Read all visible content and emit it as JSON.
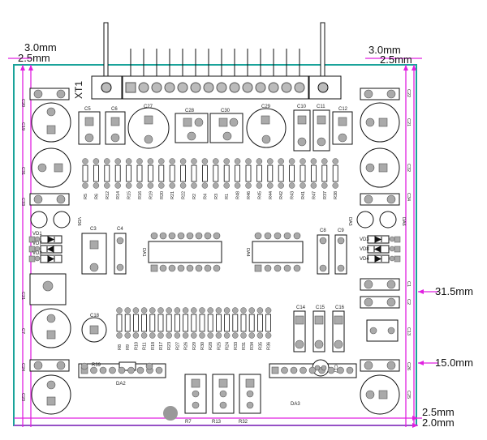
{
  "dimensions": {
    "top_left_outer": "3.0mm",
    "top_left_inner": "2.5mm",
    "top_right_outer": "3.0mm",
    "top_right_inner": "2.5mm",
    "right_upper": "31.5mm",
    "right_lower": "15.0mm",
    "bottom_right_outer": "2.5mm",
    "bottom_right_inner": "2.0mm"
  },
  "connector": {
    "label": "XT1"
  },
  "labels": {
    "top_caps": [
      "C5",
      "C6",
      "C27",
      "C28",
      "C30",
      "C29",
      "C10",
      "C11",
      "C12"
    ],
    "left_column": [
      "C20",
      "C19",
      "C31",
      "C33"
    ],
    "right_column": [
      "C22",
      "C21",
      "C32",
      "C34"
    ],
    "top_resistors": [
      "R5",
      "R6",
      "R12",
      "R14",
      "R15",
      "R16",
      "R19",
      "R20",
      "R21",
      "R22",
      "R2",
      "R4",
      "R3",
      "R1",
      "R48",
      "R46",
      "R45",
      "R44",
      "R42",
      "R43",
      "R41",
      "R47",
      "R37",
      "R38"
    ],
    "bottom_resistors": [
      "R8",
      "R9",
      "R10",
      "R11",
      "R18",
      "R17",
      "R23",
      "R27",
      "R26",
      "R29",
      "R30",
      "R28",
      "R25",
      "R24",
      "R33",
      "R31",
      "R34",
      "R35",
      "R36"
    ],
    "misc": {
      "c3": "C3",
      "c4": "C4",
      "c8": "C8",
      "c9": "C9",
      "da1": "DA1",
      "da5": "DA5",
      "da2": "DA2",
      "da3": "DA3",
      "c18": "C18",
      "c14": "C14",
      "c15": "C15",
      "c16": "C16",
      "c17": "C17",
      "c13": "C13",
      "c1": "C1",
      "c2": "C2",
      "c26": "C26",
      "c25": "C25",
      "c23": "C23",
      "c24": "C24",
      "c7": "C7",
      "c21b": "C21",
      "r39": "R39",
      "r7": "R7",
      "r13": "R13",
      "r32": "R32",
      "vd1": "VD1",
      "vd7": "VD7",
      "vd2": "VD2",
      "vd3": "VD3",
      "vd8": "VD8",
      "vd4": "VD4",
      "da4": "DA4",
      "da6": "DA6",
      "vd6": "VD6"
    }
  },
  "colors": {
    "board_outline": "#1aa39a",
    "dimension_lines": "#e020e0",
    "ink": "#111111"
  }
}
